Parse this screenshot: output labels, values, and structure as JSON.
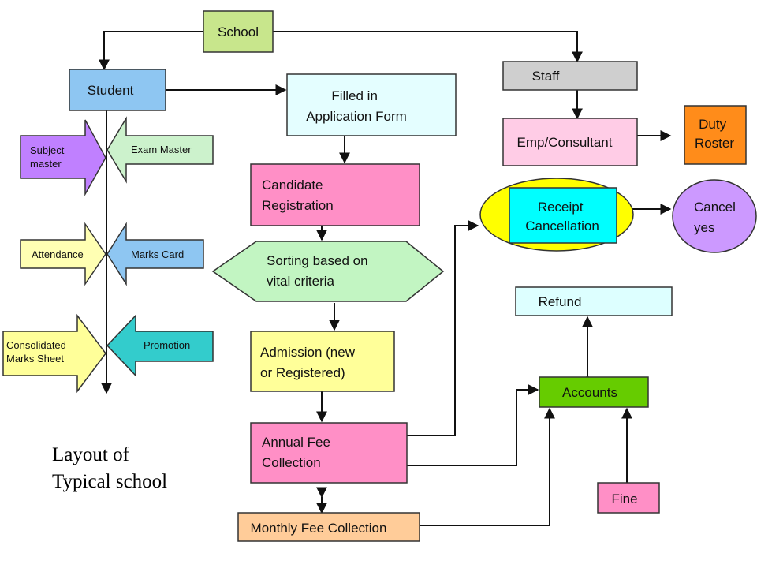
{
  "caption": [
    "Layout of",
    "Typical school"
  ],
  "nodes": {
    "school": [
      "School"
    ],
    "student": [
      "Student"
    ],
    "staff": [
      "Staff"
    ],
    "application_form": [
      "Filled in",
      "Application Form"
    ],
    "emp_consultant": [
      "Emp/Consultant"
    ],
    "duty_roster": [
      "Duty",
      "Roster"
    ],
    "candidate_registration": [
      "Candidate",
      "Registration"
    ],
    "receipt_cancellation": [
      "Receipt",
      "Cancellation"
    ],
    "cancel_yes": [
      "Cancel",
      "yes"
    ],
    "sorting": [
      "Sorting based on",
      "vital criteria"
    ],
    "refund": [
      "Refund"
    ],
    "admission": [
      "Admission (new",
      "or Registered)"
    ],
    "accounts": [
      "Accounts"
    ],
    "annual_fee": [
      "Annual Fee",
      "Collection"
    ],
    "fine": [
      "Fine"
    ],
    "monthly_fee": [
      "Monthly Fee Collection"
    ]
  },
  "side_arrows": {
    "subject_master": [
      "Subject",
      "master"
    ],
    "exam_master": [
      "Exam Master"
    ],
    "attendance": [
      "Attendance"
    ],
    "marks_card": [
      "Marks Card"
    ],
    "consolidated": [
      "Consolidated",
      "Marks Sheet"
    ],
    "promotion": [
      "Promotion"
    ]
  },
  "colors": {
    "school": "#c8e68c",
    "student": "#8ec6f2",
    "staff": "#cfcfcf",
    "application_form": "#e4feff",
    "emp_consultant": "#ffcce6",
    "duty_roster": "#ff8c1a",
    "candidate_registration": "#ff8fc6",
    "receipt_ellipse": "#ffff00",
    "receipt_box": "#00ffff",
    "cancel": "#cc99ff",
    "sorting": "#c2f5c2",
    "refund": "#ddffff",
    "admission": "#ffff99",
    "accounts": "#66cc00",
    "annual_fee": "#ff8fc6",
    "fine": "#ff8fc6",
    "monthly_fee": "#ffcc99",
    "subject_master": "#c080ff",
    "exam_master": "#ccf2cc",
    "attendance": "#ffffb3",
    "marks_card": "#8ec6f2",
    "consolidated": "#ffff99",
    "promotion": "#33cccc"
  }
}
